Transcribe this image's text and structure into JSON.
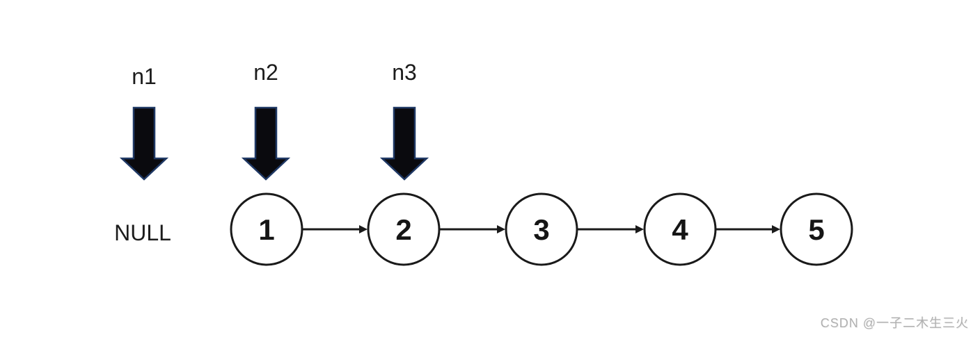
{
  "diagram": {
    "pointers": [
      {
        "label": "n1",
        "points_to": "NULL"
      },
      {
        "label": "n2",
        "points_to": "1"
      },
      {
        "label": "n3",
        "points_to": "2"
      }
    ],
    "null_label": "NULL",
    "nodes": [
      {
        "value": "1"
      },
      {
        "value": "2"
      },
      {
        "value": "3"
      },
      {
        "value": "4"
      },
      {
        "value": "5"
      }
    ]
  },
  "watermark": "CSDN @一子二木生三火",
  "colors": {
    "arrow_fill": "#0a0a0e",
    "arrow_stroke": "#1f3864",
    "link_color": "#1a1a1a",
    "node_border": "#1a1a1a",
    "watermark": "#b0b0b0"
  }
}
